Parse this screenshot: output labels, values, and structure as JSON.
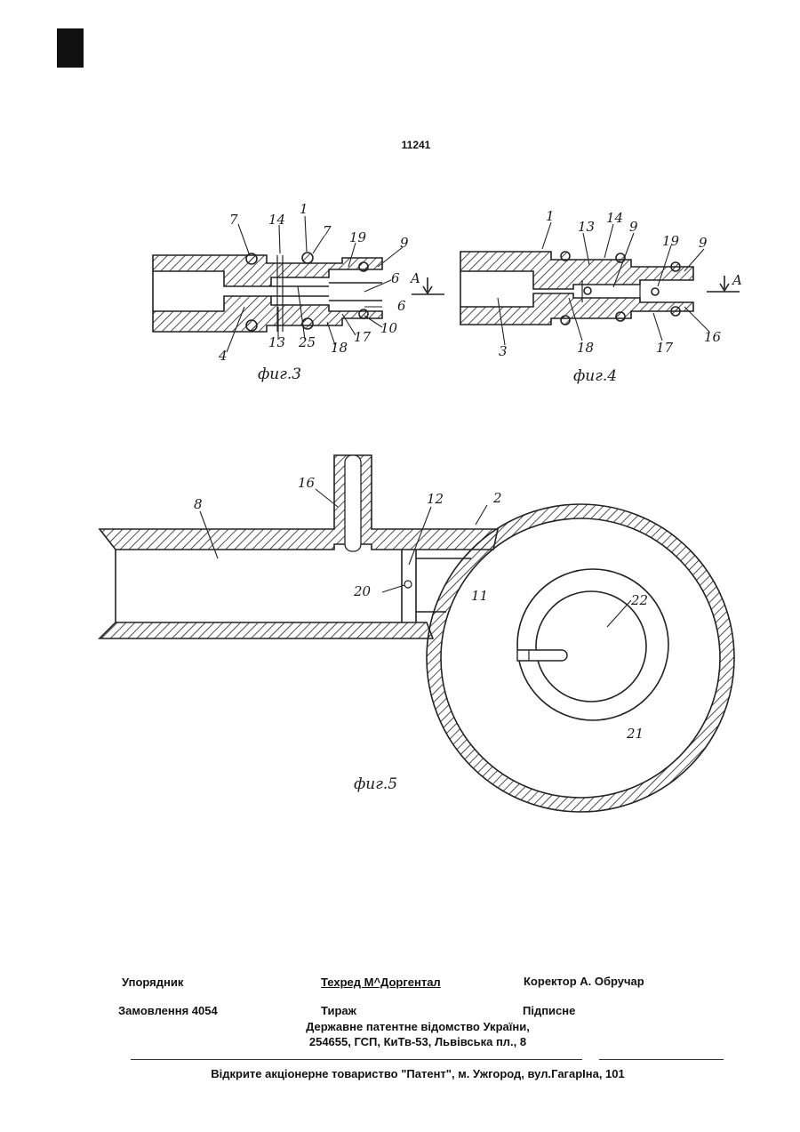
{
  "page": {
    "number": "11241"
  },
  "figures": {
    "fig3": {
      "caption": "фиг.3",
      "labels": [
        "7",
        "14",
        "1",
        "7",
        "19",
        "9",
        "6",
        "6",
        "10",
        "17",
        "18",
        "25",
        "13",
        "4"
      ],
      "section_mark": "A"
    },
    "fig4": {
      "caption": "фиг.4",
      "labels": [
        "1",
        "13",
        "14",
        "9",
        "19",
        "9",
        "16",
        "17",
        "18",
        "3"
      ],
      "section_mark": "A"
    },
    "fig5": {
      "caption": "фиг.5",
      "labels": [
        "16",
        "8",
        "12",
        "2",
        "20",
        "11",
        "22",
        "21"
      ]
    }
  },
  "footer": {
    "compiler": "Упорядник",
    "tech_editor": "Техред М^Доргентал",
    "corrector": "Коректор А. Обручар",
    "order": "Замовлення 4054",
    "circulation": "Тираж",
    "signed": "Підписне",
    "office_line1": "Державне патентне відомство України,",
    "office_line2": "254655, ГСП, КиТв-53, Львівська пл., 8",
    "printer": "Відкрите акціонерне товариство \"Патент\", м. Ужгород, вул.ГагарІна, 101"
  }
}
